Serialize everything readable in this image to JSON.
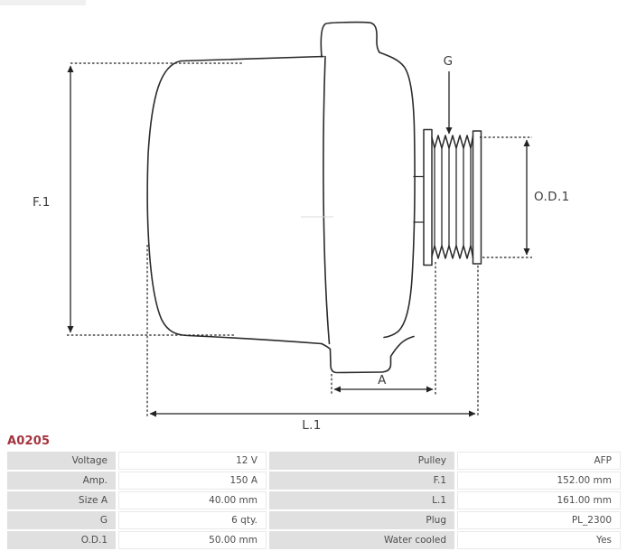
{
  "part_number": "A0205",
  "accent_color": "#a4343e",
  "diagram": {
    "type": "technical-drawing-alternator-side-view",
    "line_color": "#2b2b2b",
    "labels": {
      "f1": "F.1",
      "g": "G",
      "od1": "O.D.1",
      "a": "A",
      "l1": "L.1"
    },
    "pulley_groove_count": 6
  },
  "table": {
    "rows": [
      [
        "Voltage",
        "12 V",
        "Pulley",
        "AFP"
      ],
      [
        "Amp.",
        "150 A",
        "F.1",
        "152.00 mm"
      ],
      [
        "Size A",
        "40.00 mm",
        "L.1",
        "161.00 mm"
      ],
      [
        "G",
        "6 qty.",
        "Plug",
        "PL_2300"
      ],
      [
        "O.D.1",
        "50.00 mm",
        "Water cooled",
        "Yes"
      ]
    ]
  }
}
